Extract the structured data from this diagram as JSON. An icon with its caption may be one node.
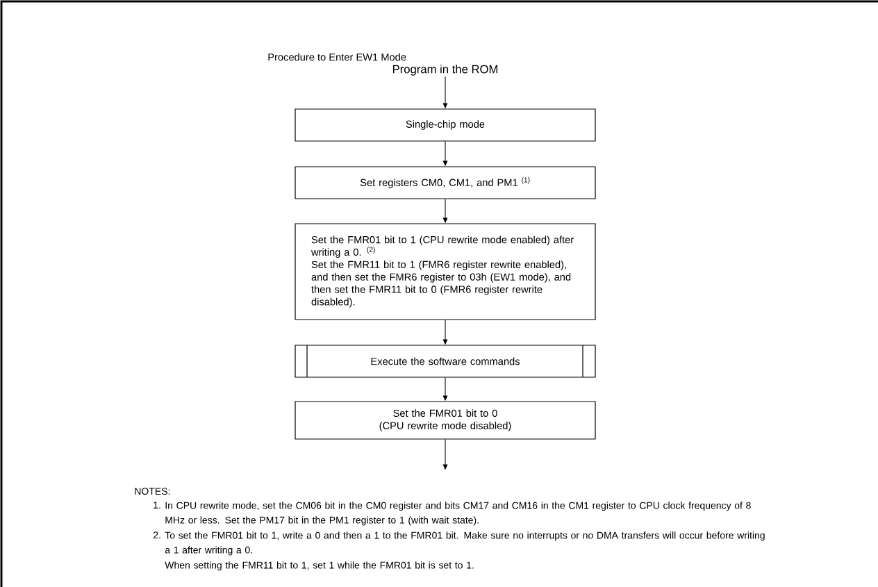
{
  "diagram": {
    "title": "Procedure to Enter EW1 Mode",
    "nodes": [
      {
        "text": [
          "Program in the ROM"
        ]
      },
      {
        "text": [
          "Single-chip mode"
        ]
      },
      {
        "text": [
          "Set registers CM0, CM1, and PM1 $^{(1)}$"
        ]
      },
      {
        "text": [
          "Set the FMR01 bit to 1 (CPU rewrite mode enabled) after writing a 0. $^{(2)}$",
          "Set the FMR11 bit to 1 (FMR6 register rewrite enabled), and then set the FMR6 register to 03h (EW1 mode), and then set the FMR11 bit to 0 (FMR6 register rewrite disabled)."
        ]
      },
      {
        "text": [
          "Execute the software commands"
        ]
      },
      {
        "text": [
          "Set the FMR01 bit to 0 (CPU rewrite mode disabled)"
        ]
      }
    ],
    "edges": [
      {
        "from": 0,
        "to": 1,
        "arrow": "to"
      },
      {
        "from": 1,
        "to": 2,
        "arrow": "to"
      },
      {
        "from": 2,
        "to": 3,
        "arrow": "to"
      },
      {
        "from": 3,
        "to": 4,
        "arrow": "to"
      },
      {
        "from": 4,
        "to": 5,
        "arrow": "to"
      },
      {
        "from": 5,
        "to": null,
        "arrow": "to"
      }
    ],
    "labels": [
      "NOTES:",
      "1.",
      "In CPU rewrite mode, set the CM06 bit in the CM0 register and bits CM17 and CM16 in the CM1 register to CPU clock frequency of 8 MHz or less. Set the PM17 bit in the PM1 register to 1 (with wait state).",
      "2.",
      "To set the FMR01 bit to 1, write a 0 and then a 1 to the FMR01 bit. Make sure no interrupts or no DMA transfers will occur before writing a 1 after writing a 0.",
      "When setting the FMR11 bit to 1, set 1 while the FMR01 bit is set to 1."
    ]
  }
}
